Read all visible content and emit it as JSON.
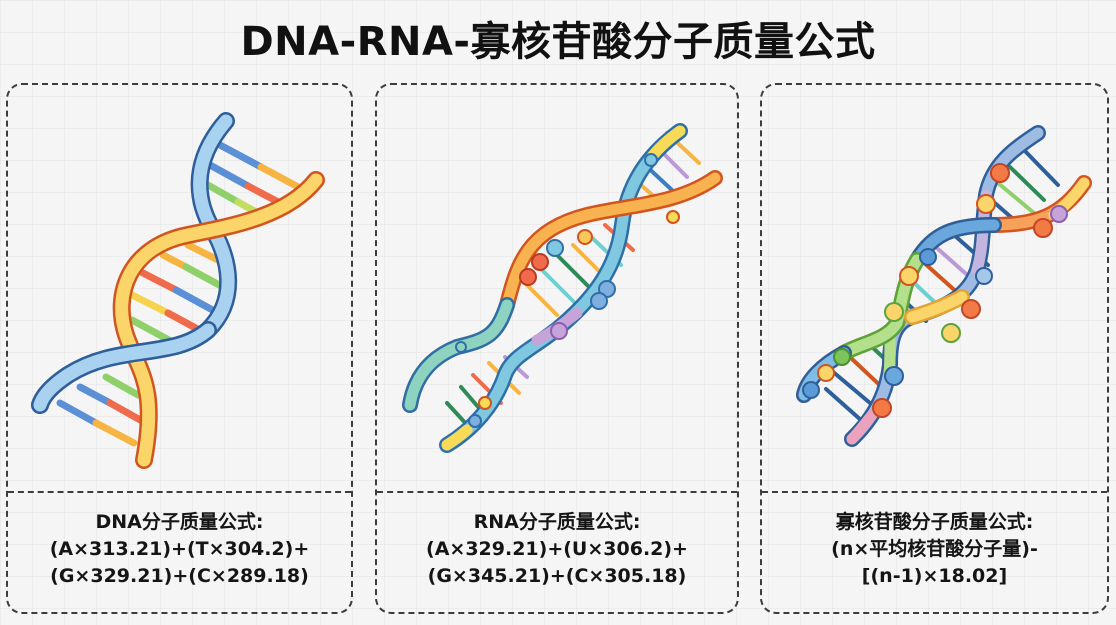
{
  "title": "DNA-RNA-寡核苷酸分子质量公式",
  "colors": {
    "background": "#f5f5f5",
    "panel_border": "#3d3d3d",
    "text": "#151515",
    "strand_blue": "#a9d2f0",
    "strand_blue_outline": "#2f5f9a",
    "strand_yellow": "#fbd46a",
    "strand_orange_outline": "#d2541e",
    "base_red": "#ef6b4b",
    "base_green": "#8fd06b",
    "base_purple": "#b99ad6",
    "base_teal": "#6fcfd0"
  },
  "panels": [
    {
      "id": "dna",
      "illustration": "dna-double-helix-icon",
      "formula_title": "DNA分子质量公式:",
      "formula_lines": [
        "(A×313.21)+(T×304.2)+",
        "(G×329.21)+(C×289.18)"
      ],
      "nucleotide_weights": {
        "A": 313.21,
        "T": 304.2,
        "G": 329.21,
        "C": 289.18
      }
    },
    {
      "id": "rna",
      "illustration": "rna-helix-icon",
      "formula_title": "RNA分子质量公式:",
      "formula_lines": [
        "(A×329.21)+(U×306.2)+",
        "(G×345.21)+(C×305.18)"
      ],
      "nucleotide_weights": {
        "A": 329.21,
        "U": 306.2,
        "G": 345.21,
        "C": 305.18
      }
    },
    {
      "id": "oligo",
      "illustration": "oligonucleotide-helix-icon",
      "formula_title": "寡核苷酸分子质量公式:",
      "formula_lines": [
        "(n×平均核苷酸分子量)-",
        "[(n-1)×18.02]"
      ],
      "water_weight": 18.02
    }
  ]
}
